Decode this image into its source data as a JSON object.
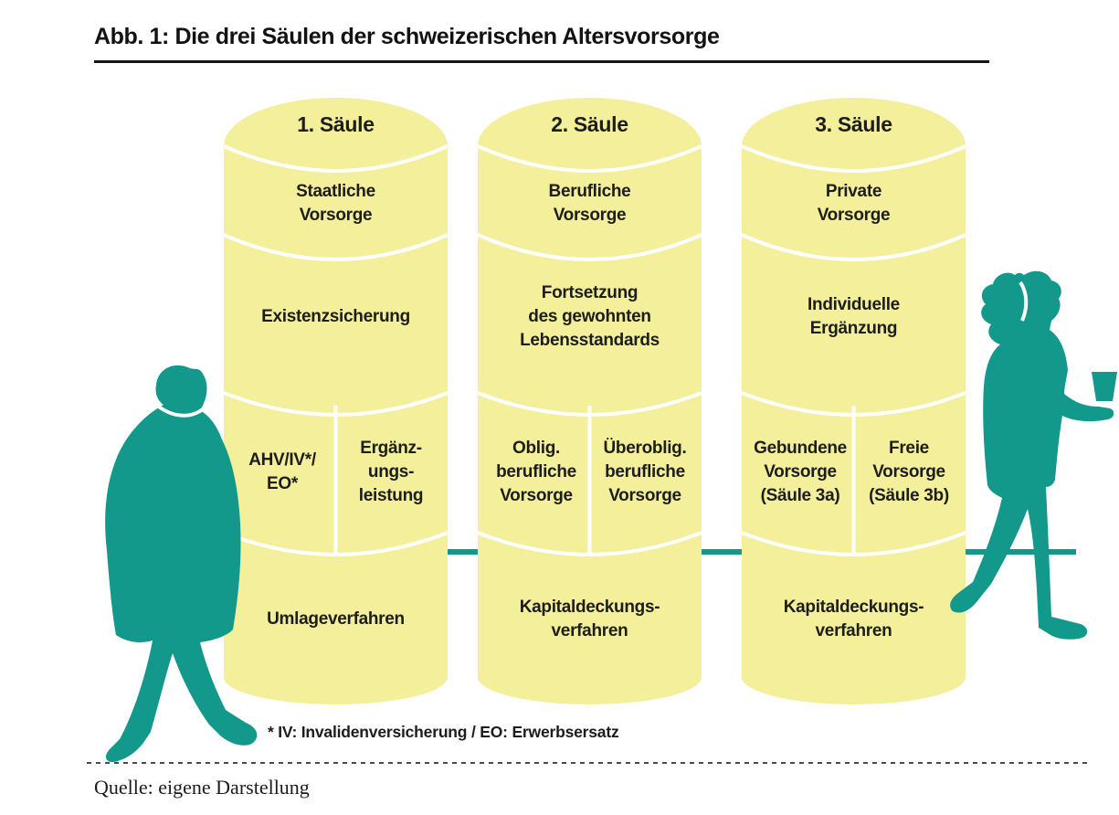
{
  "title": "Abb. 1: Die drei Säulen der schweizerischen Altersvorsorge",
  "pillars": [
    {
      "header": "1. Säule",
      "section1": "Staatliche\nVorsorge",
      "section2": "Existenzsicherung",
      "cell_left": "AHV/IV*/\nEO*",
      "cell_right": "Ergänz-\nungs-\nleistung",
      "bottom": "Umlageverfahren"
    },
    {
      "header": "2. Säule",
      "section1": "Berufliche\nVorsorge",
      "section2": "Fortsetzung\ndes gewohnten\nLebensstandards",
      "cell_left": "Oblig.\nberufliche\nVorsorge",
      "cell_right": "Überoblig.\nberufliche\nVorsorge",
      "bottom": "Kapitaldeckungs-\nverfahren"
    },
    {
      "header": "3. Säule",
      "section1": "Private\nVorsorge",
      "section2": "Individuelle\nErgänzung",
      "cell_left": "Gebundene\nVorsorge\n(Säule 3a)",
      "cell_right": "Freie\nVorsorge\n(Säule 3b)",
      "bottom": "Kapitaldeckungs-\nverfahren"
    }
  ],
  "footnote": "* IV: Invalidenversicherung / EO: Erwerbsersatz",
  "source": "Quelle: eigene Darstellung",
  "colors": {
    "pillar_yellow": "#F3EF9B",
    "figure_teal": "#13998B",
    "divider_white": "#FFFFFF"
  },
  "figures": {
    "left": "walking senior in coat and hat",
    "right": "walking person with curly hair holding a cup"
  }
}
